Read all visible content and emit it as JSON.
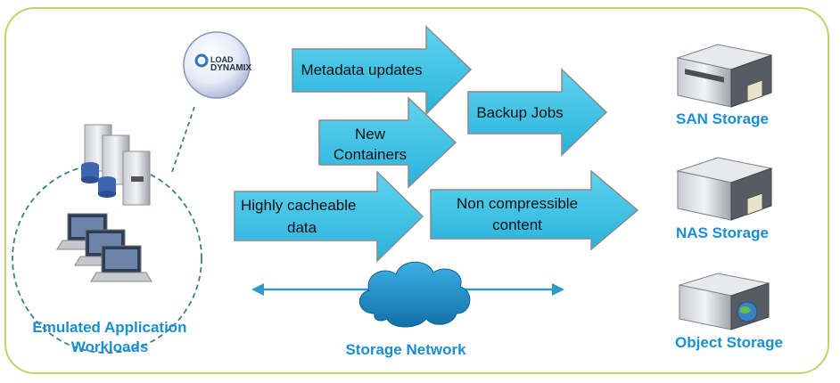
{
  "logo": {
    "line1": "LOAD",
    "line2": "DYNAMIX"
  },
  "arrows": {
    "metadata": "Metadata updates",
    "backup": "Backup Jobs",
    "new_containers_1": "New",
    "new_containers_2": "Containers",
    "cacheable_1": "Highly cacheable",
    "cacheable_2": "data",
    "noncompress_1": "Non compressible",
    "noncompress_2": "content"
  },
  "labels": {
    "emulated_1": "Emulated Application",
    "emulated_2": "Workloads",
    "network": "Storage Network",
    "san": "SAN Storage",
    "nas": "NAS Storage",
    "object": "Object Storage"
  },
  "colors": {
    "arrow_fill": "#3fc3e4",
    "arrow_border": "#8a8a8a",
    "accent_text": "#1a8fd0",
    "frame": "#b8d86a",
    "network_line": "#2e9ac7",
    "cloud": "#1e8ec5"
  }
}
